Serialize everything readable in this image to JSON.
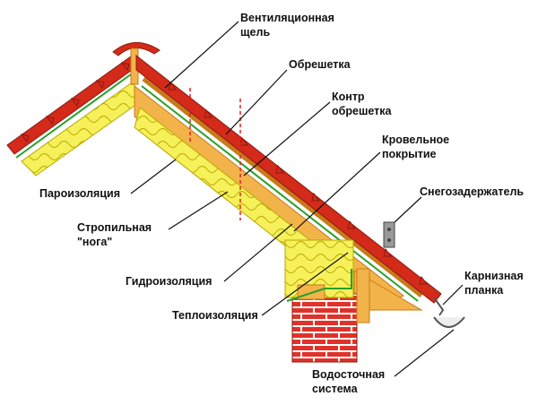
{
  "labels": {
    "vent_gap": [
      "Вентиляционная",
      "щель"
    ],
    "battens": [
      "Обрешетка"
    ],
    "counter_battens": [
      "Контр",
      "обрешетка"
    ],
    "roof_covering": [
      "Кровельное",
      "покрытие"
    ],
    "snow_guard": [
      "Снегозадержатель"
    ],
    "vapor_barrier": [
      "Пароизоляция"
    ],
    "rafter": [
      "Стропильная",
      "\"нога\""
    ],
    "waterproofing": [
      "Гидроизоляция"
    ],
    "insulation": [
      "Теплоизоляция"
    ],
    "eaves_strip": [
      "Карнизная",
      "планка"
    ],
    "drainage": [
      "Водосточная",
      "система"
    ]
  },
  "colors": {
    "insulation_fill": "#f6f05a",
    "insulation_stroke": "#b8a800",
    "wood": "#f2b44a",
    "wood_dark": "#c87a1a",
    "tile": "#d42a1a",
    "tile_dark": "#8a1a0e",
    "waterproofing_line": "#2aa02a",
    "brick": "#e0322a",
    "mortar": "#ffffff",
    "gutter": "#eeeeee",
    "leader": "#111111"
  }
}
